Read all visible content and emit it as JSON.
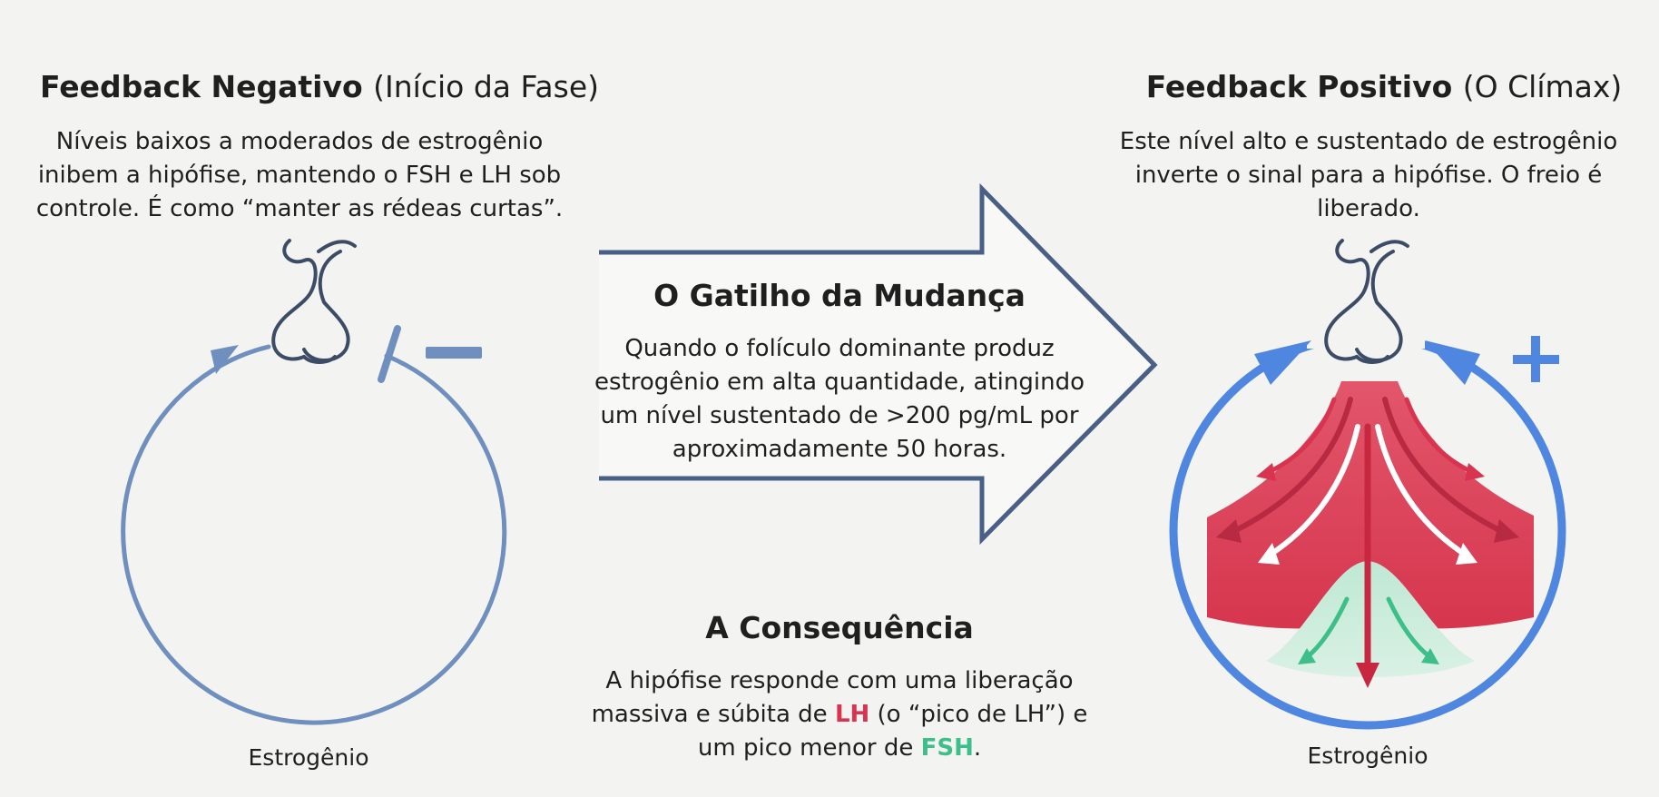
{
  "left": {
    "title_bold": "Feedback Negativo",
    "title_light": "(Início da Fase)",
    "lines": [
      "Níveis baixos a moderados de estrogênio",
      "inibem a hipófise, mantendo o FSH e LH sob",
      "controle. É como “manter as rédeas curtas”."
    ],
    "sign": "−",
    "label": "Estrogênio"
  },
  "right": {
    "title_bold": "Feedback Positivo",
    "title_light": "(O Clímax)",
    "lines": [
      "Este nível alto e sustentado de estrogênio",
      "inverte o sinal para a hipófise. O freio é liberado."
    ],
    "sign": "+",
    "label": "Estrogênio"
  },
  "trigger": {
    "title": "O Gatilho da Mudança",
    "lines": [
      "Quando o folículo dominante produz",
      "estrogênio em alta quantidade, atingindo",
      "um nível sustentado de >200 pg/mL por",
      "aproximadamente 50 horas."
    ]
  },
  "consequence": {
    "title": "A Consequência",
    "line1": "A hipófise responde com uma liberação",
    "line2_pre": "massiva e súbita de ",
    "lh": "LH",
    "line2_post": " (o “pico de LH”) e",
    "line3_pre": "um pico menor de ",
    "fsh": "FSH",
    "line3_post": "."
  },
  "colors": {
    "negative_loop": "#6f8fbf",
    "positive_loop": "#4f86e0",
    "arrow_outline": "#4a5f86",
    "lh_red": "#d8344f",
    "fsh_green": "#3ebf8a",
    "gland_stroke": "#3c4c66"
  }
}
